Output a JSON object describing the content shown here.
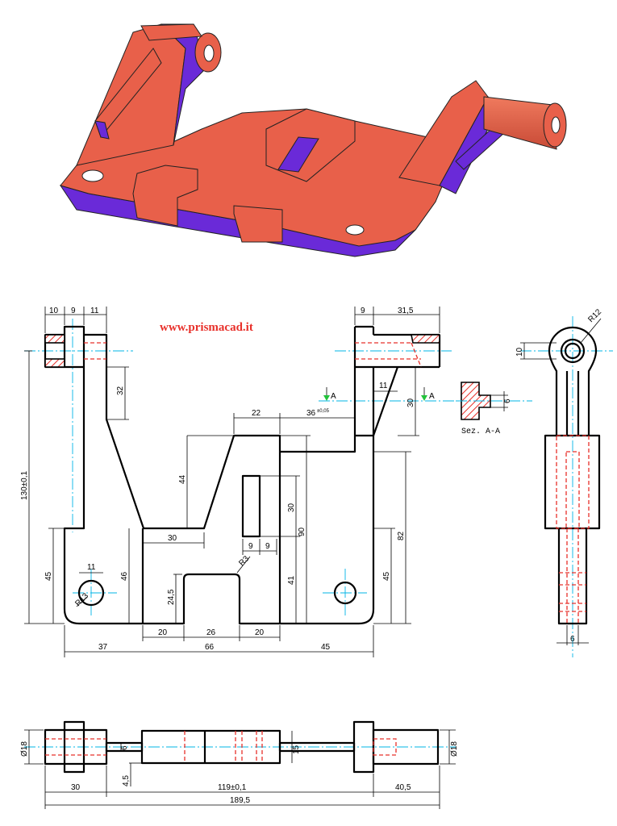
{
  "site_url": "www.prismacad.it",
  "section_label": "Sez. A-A",
  "section_marker": "A",
  "colors": {
    "part_face": "#e8604a",
    "part_shadow": "#6a2ad8",
    "hidden_line": "#e8302a",
    "center_line": "#00b4e6",
    "section_arrow": "#22c23a"
  },
  "front_view": {
    "dims": {
      "d10": "10",
      "d9": "9",
      "d11": "11",
      "d32": "32",
      "d130": "130±0,1",
      "d45_left": "45",
      "d11_hole": "11",
      "r13": "R13",
      "d46": "46",
      "d44": "44",
      "d30_h": "30",
      "d22": "22",
      "d36": "36",
      "d36_tol": "±0,05",
      "d30_slot": "30",
      "d90": "90",
      "d9a": "9",
      "d9b": "9",
      "d41": "41",
      "r3": "R3",
      "d24_5": "24,5",
      "d20a": "20",
      "d26": "26",
      "d20b": "20",
      "d37": "37",
      "d66": "66",
      "d45_bottom": "45",
      "d45_right": "45",
      "d82": "82",
      "d9_right": "9",
      "d31_5": "31,5",
      "d11_right": "11",
      "d30_right": "30"
    }
  },
  "section_view": {
    "d6": "6"
  },
  "side_view": {
    "r12": "R12",
    "d10": "10",
    "d6": "6"
  },
  "top_view": {
    "dims": {
      "dia18_left": "Ø18",
      "d6": "6",
      "d4_5": "4,5",
      "d15": "15",
      "dia18_right": "Ø18",
      "d30": "30",
      "d119": "119±0,1",
      "d40_5": "40,5",
      "d189_5": "189,5"
    }
  }
}
